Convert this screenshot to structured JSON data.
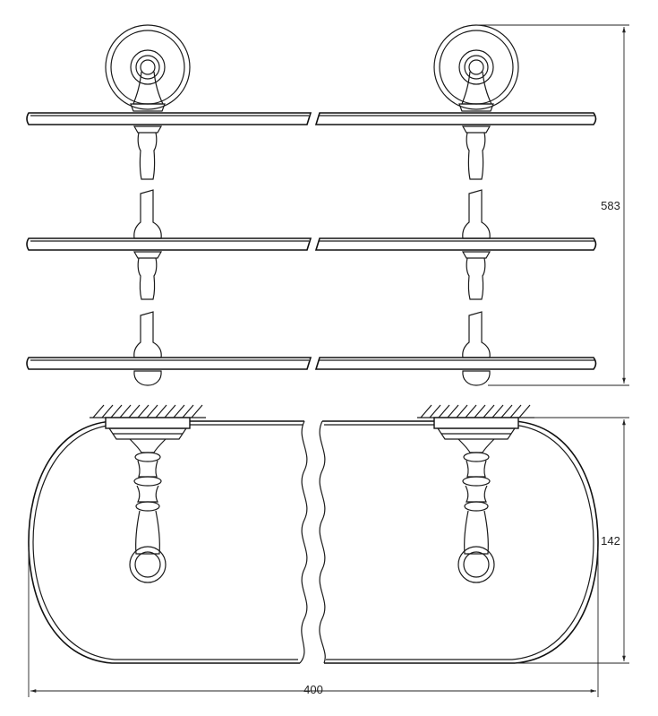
{
  "dimensions": {
    "height": "583",
    "depth": "142",
    "width": "400"
  }
}
